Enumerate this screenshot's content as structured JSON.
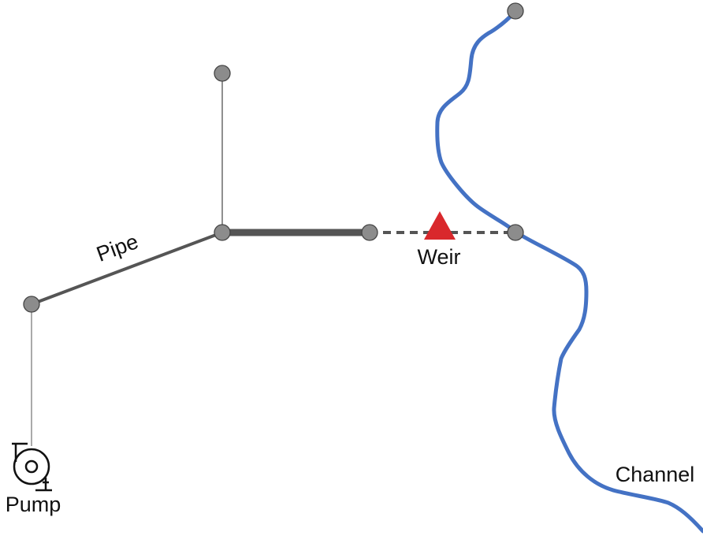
{
  "labels": {
    "pipe": "Pipe",
    "weir": "Weir",
    "channel": "Channel",
    "pump": "Pump"
  },
  "colors": {
    "node_fill": "#8c8c8c",
    "node_stroke": "#444444",
    "pipe": "#555555",
    "channel": "#4472c4",
    "weir": "#d9282c"
  },
  "icons": {
    "pump": "pump-icon",
    "weir": "triangle-icon"
  }
}
